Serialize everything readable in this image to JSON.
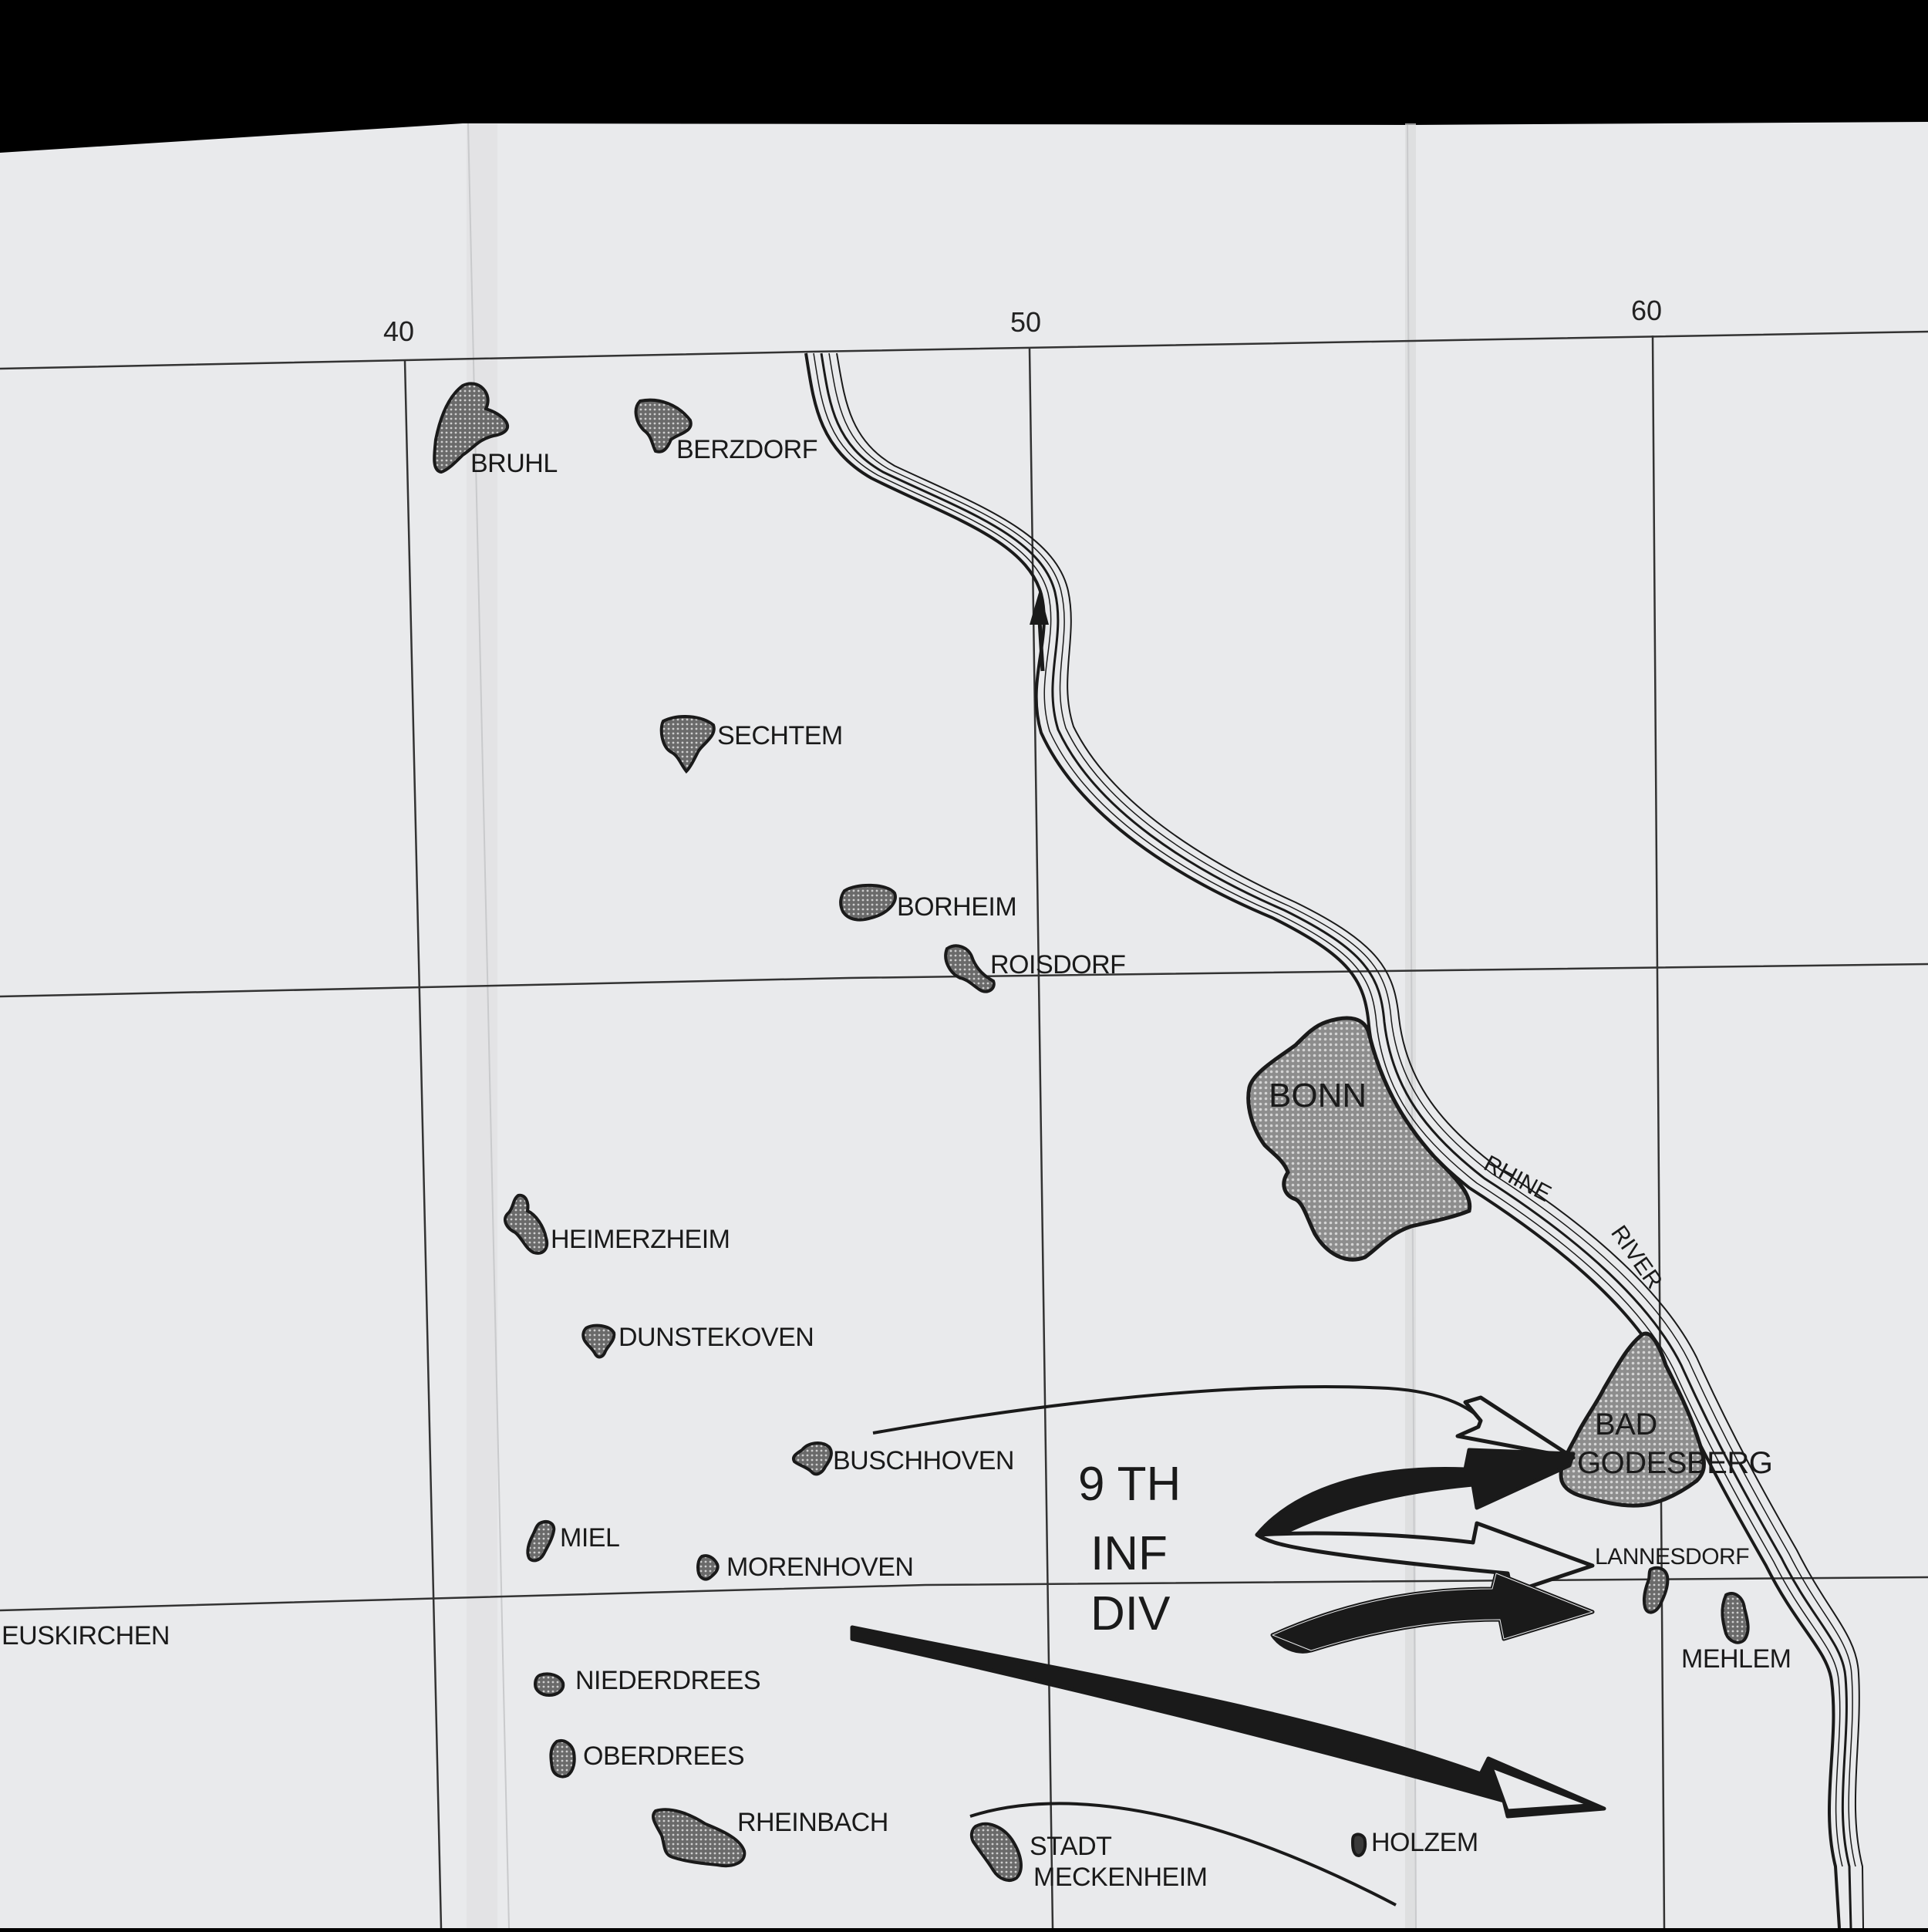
{
  "grid": {
    "easting_labels": [
      "40",
      "50",
      "60"
    ]
  },
  "towns": [
    {
      "id": "bruhl",
      "name": "BRUHL"
    },
    {
      "id": "berzdorf",
      "name": "BERZDORF"
    },
    {
      "id": "sechtem",
      "name": "SECHTEM"
    },
    {
      "id": "borheim",
      "name": "BORHEIM"
    },
    {
      "id": "roisdorf",
      "name": "ROISDORF"
    },
    {
      "id": "bonn",
      "name": "BONN"
    },
    {
      "id": "heimerzheim",
      "name": "HEIMERZHEIM"
    },
    {
      "id": "dunstekoven",
      "name": "DUNSTEKOVEN"
    },
    {
      "id": "buschhoven",
      "name": "BUSCHHOVEN"
    },
    {
      "id": "miel",
      "name": "MIEL"
    },
    {
      "id": "morenhoven",
      "name": "MORENHOVEN"
    },
    {
      "id": "euskirchen",
      "name": "EUSKIRCHEN"
    },
    {
      "id": "niederdrees",
      "name": "NIEDERDREES"
    },
    {
      "id": "oberdrees",
      "name": "OBERDREES"
    },
    {
      "id": "rheinbach",
      "name": "RHEINBACH"
    },
    {
      "id": "stadt-meckenheim",
      "name": "STADT",
      "name2": "MECKENHEIM"
    },
    {
      "id": "holzem",
      "name": "HOLZEM"
    },
    {
      "id": "bad-godesberg",
      "name": "BAD",
      "name2": "GODESBERG"
    },
    {
      "id": "lannesdorf",
      "name": "LANNESDORF"
    },
    {
      "id": "mehlem",
      "name": "MEHLEM"
    }
  ],
  "river": {
    "line1": "RHINE",
    "line2": "RIVER"
  },
  "unit": {
    "line1": "9 TH",
    "line2": "INF",
    "line3": "DIV"
  },
  "colors": {
    "paper": "#e9eaec",
    "ink": "#1a1a1a",
    "background": "#000000",
    "town_fill": "#5a5a5a"
  }
}
